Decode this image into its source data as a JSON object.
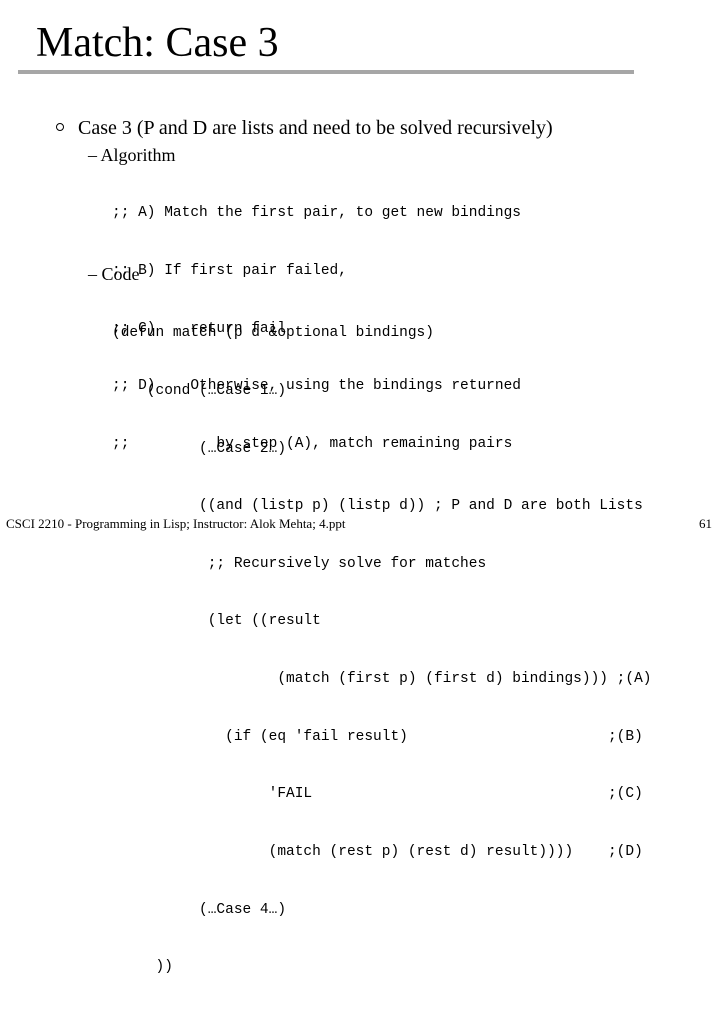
{
  "slide": {
    "title": "Match: Case 3",
    "bullet": "Case 3 (P and D are lists and need to be solved recursively)",
    "algorithm_heading": "– Algorithm",
    "algorithm_lines": [
      ";; A) Match the first pair, to get new bindings",
      ";; B) If first pair failed,",
      ";; C)    return fail",
      ";; D)    Otherwise, using the bindings returned",
      ";;          by step (A), match remaining pairs"
    ],
    "code_heading": "– Code",
    "code_lines": [
      "(defun match (p d &optional bindings)",
      "    (cond (…Case 1…)",
      "          (…Case 2…)",
      "          ((and (listp p) (listp d)) ; P and D are both Lists",
      "           ;; Recursively solve for matches",
      "           (let ((result",
      "                   (match (first p) (first d) bindings))) ;(A)",
      "             (if (eq 'fail result)                       ;(B)",
      "                  'FAIL                                  ;(C)",
      "                  (match (rest p) (rest d) result))))    ;(D)",
      "          (…Case 4…)",
      "     ))"
    ],
    "footer": "CSCI 2210 - Programming in Lisp; Instructor: Alok Mehta; 4.ppt",
    "page_number": "61"
  }
}
